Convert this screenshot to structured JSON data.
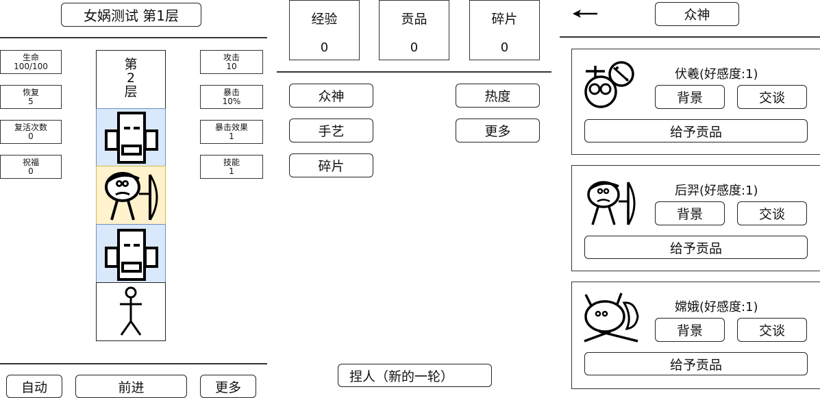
{
  "left_panel": {
    "title": "女娲测试 第1层",
    "stats_left": [
      {
        "label": "生命",
        "value": "100/100"
      },
      {
        "label": "恢复",
        "value": "5"
      },
      {
        "label": "复活次数",
        "value": "0"
      },
      {
        "label": "祝福",
        "value": "0"
      }
    ],
    "stats_right": [
      {
        "label": "攻击",
        "value": "10"
      },
      {
        "label": "暴击",
        "value": "10%"
      },
      {
        "label": "暴击效果",
        "value": "1"
      },
      {
        "label": "技能",
        "value": "1"
      }
    ],
    "floor_column": {
      "header": [
        "第",
        "2",
        "层"
      ],
      "cells": [
        {
          "icon": "robot-enemy-icon",
          "bg": "#dae8fc",
          "border": "#6c8ebf"
        },
        {
          "icon": "archer-enemy-icon",
          "bg": "#fff2cc",
          "border": "#d6b656"
        },
        {
          "icon": "robot-enemy-icon",
          "bg": "#dae8fc",
          "border": "#6c8ebf"
        },
        {
          "icon": "stick-figure-player-icon",
          "bg": "#ffffff",
          "border": "#222222"
        }
      ]
    },
    "buttons": {
      "auto": "自动",
      "advance": "前进",
      "more": "更多"
    }
  },
  "middle_panel": {
    "resources": [
      {
        "label": "经验",
        "value": "0"
      },
      {
        "label": "贡品",
        "value": "0"
      },
      {
        "label": "碎片",
        "value": "0"
      }
    ],
    "menu_left": [
      "众神",
      "手艺",
      "碎片"
    ],
    "menu_right": [
      "热度",
      "更多"
    ],
    "new_round_button": "捏人（新的一轮）"
  },
  "right_panel": {
    "back_icon": "arrow-left-icon",
    "title": "众神",
    "gods": [
      {
        "name": "伏羲(好感度:1)",
        "icon": "fuxi-icon",
        "background_btn": "背景",
        "talk_btn": "交谈",
        "give_btn": "给予贡品"
      },
      {
        "name": "后羿(好感度:1)",
        "icon": "houyi-icon",
        "background_btn": "背景",
        "talk_btn": "交谈",
        "give_btn": "给予贡品"
      },
      {
        "name": "嫦娥(好感度:1)",
        "icon": "change-icon",
        "background_btn": "背景",
        "talk_btn": "交谈",
        "give_btn": "给予贡品"
      }
    ]
  }
}
